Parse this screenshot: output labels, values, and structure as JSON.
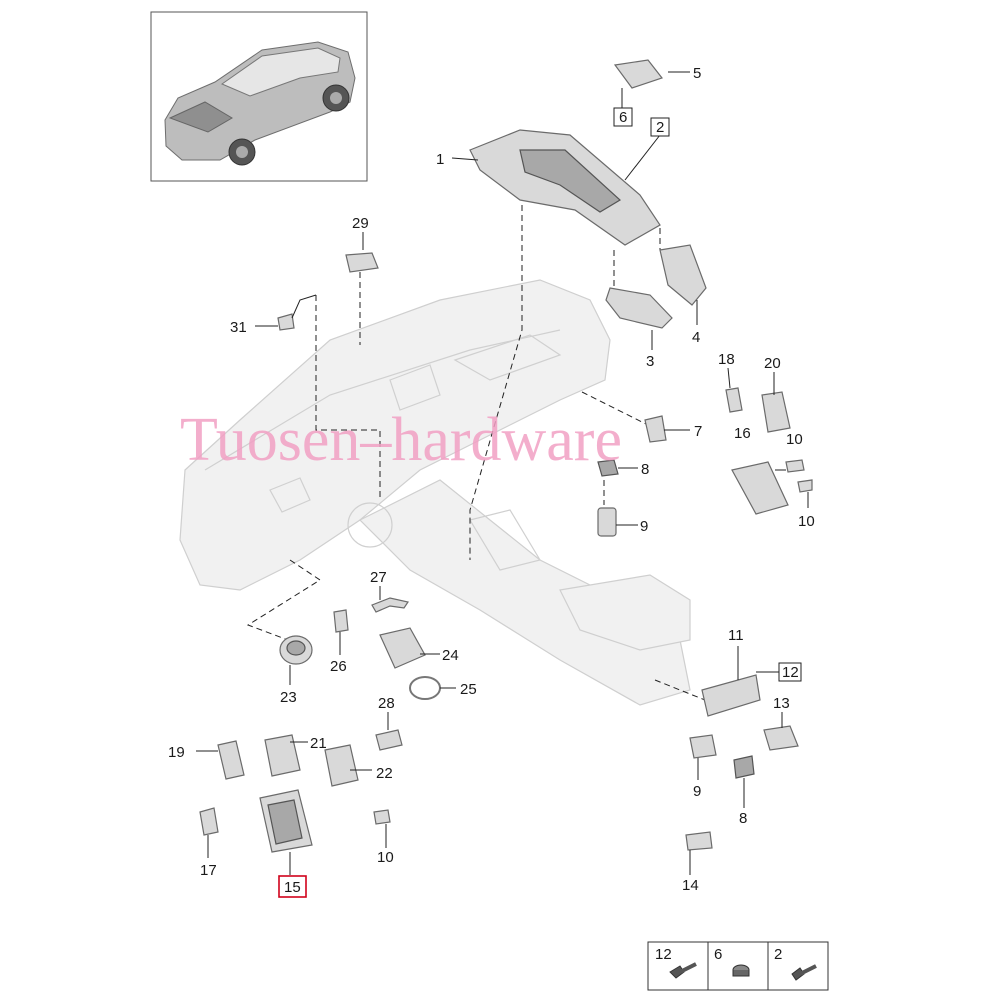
{
  "watermark": "Tuosen–hardware",
  "callouts": {
    "c1": "1",
    "c2": "2",
    "c3": "3",
    "c4": "4",
    "c5": "5",
    "c6": "6",
    "c7": "7",
    "c8a": "8",
    "c8b": "8",
    "c9a": "9",
    "c9b": "9",
    "c10a": "10",
    "c10b": "10",
    "c10c": "10",
    "c11": "11",
    "c12": "12",
    "c13": "13",
    "c14": "14",
    "c15": "15",
    "c16": "16",
    "c17": "17",
    "c18": "18",
    "c19": "19",
    "c20": "20",
    "c21": "21",
    "c22": "22",
    "c23": "23",
    "c24": "24",
    "c25": "25",
    "c26": "26",
    "c27": "27",
    "c28": "28",
    "c29": "29",
    "c31": "31"
  },
  "fastener_table": [
    {
      "label": "12",
      "icon": "bolt-icon"
    },
    {
      "label": "6",
      "icon": "nut-icon"
    },
    {
      "label": "2",
      "icon": "screw-icon"
    }
  ],
  "colors": {
    "highlight": "#d0021b",
    "watermark": "#f2a0c4"
  }
}
